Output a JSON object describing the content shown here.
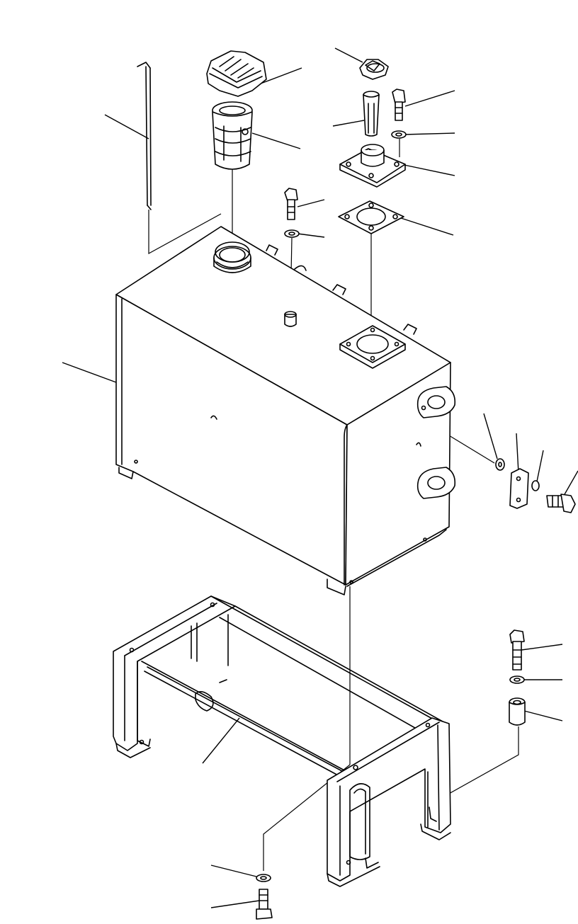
{
  "figure": {
    "parts": [
      "hydraulic-tank",
      "filler-cap",
      "filler-strainer",
      "oil-level-gauge-rod",
      "breather",
      "adapter",
      "flange",
      "gasket",
      "bolt",
      "washer",
      "tank-stand",
      "spacer",
      "plate"
    ]
  }
}
